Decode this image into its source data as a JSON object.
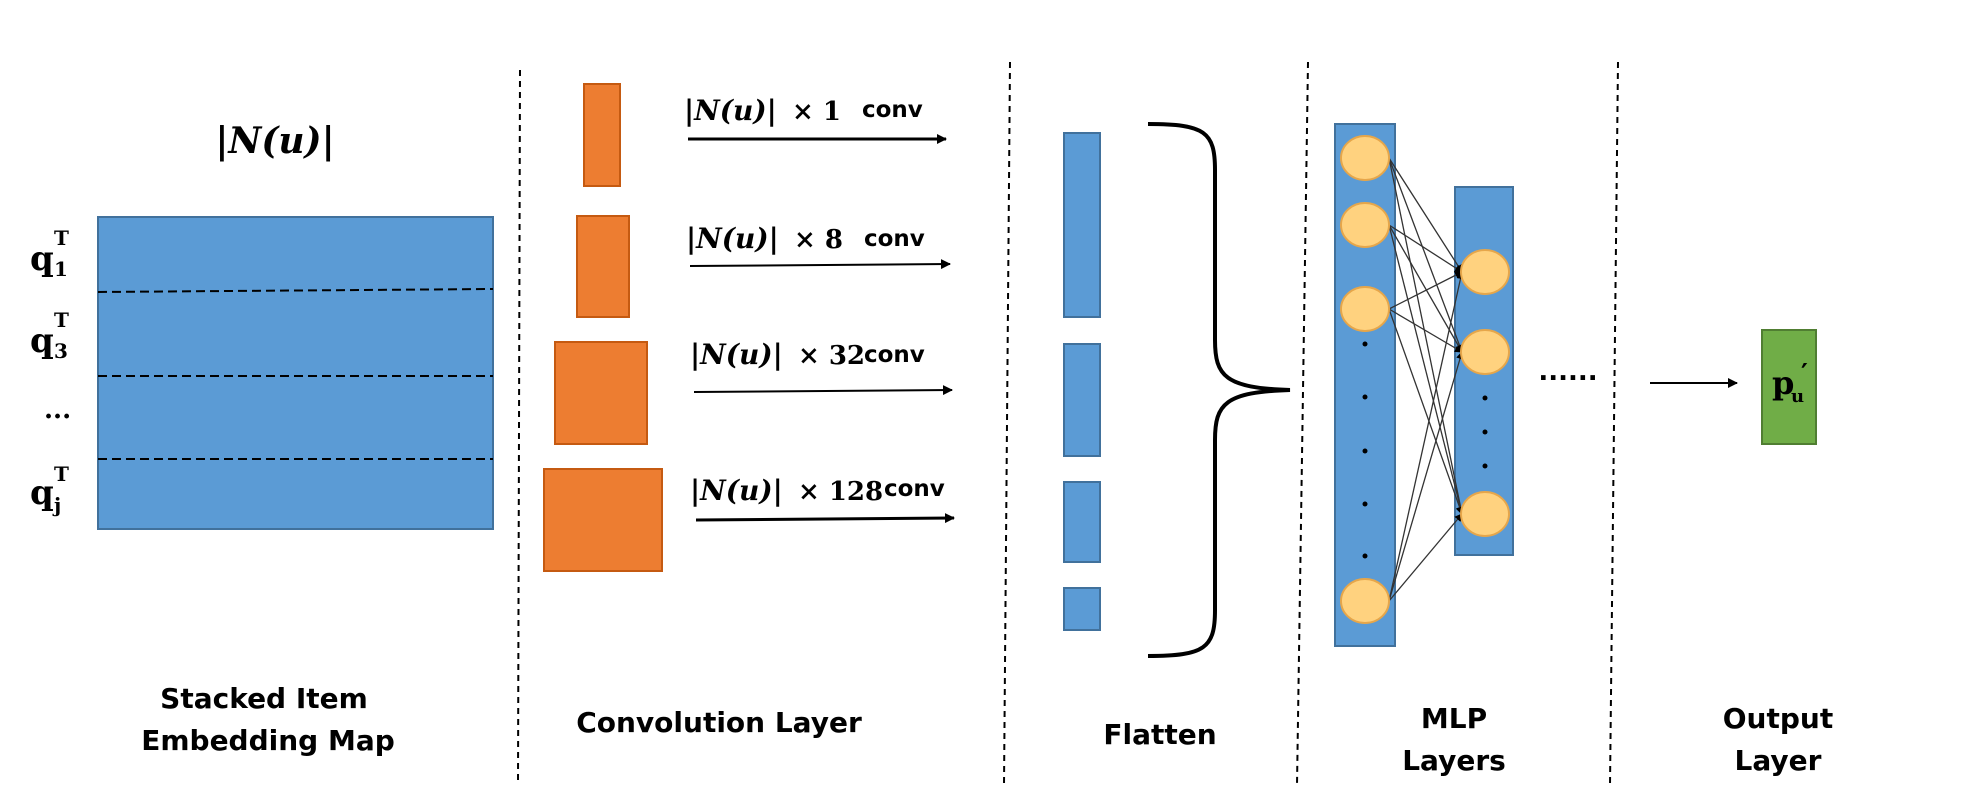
{
  "embedding_map": {
    "top_label": "|N(u)|",
    "rows": [
      {
        "base": "q",
        "sub": "1",
        "sup": "T"
      },
      {
        "base": "q",
        "sub": "3",
        "sup": "T"
      },
      {
        "base": "...",
        "sub": "",
        "sup": ""
      },
      {
        "base": "q",
        "sub": "j",
        "sup": "T"
      }
    ],
    "caption": [
      "Stacked Item",
      "Embedding Map"
    ]
  },
  "convolution": {
    "caption": "Convolution Layer",
    "filters": [
      {
        "math": "|N(u)|",
        "size": "× 1",
        "suffix": "conv"
      },
      {
        "math": "|N(u)|",
        "size": "× 8",
        "suffix": "conv"
      },
      {
        "math": "|N(u)|",
        "size": "× 32",
        "suffix": "conv"
      },
      {
        "math": "|N(u)|",
        "size": "× 128",
        "suffix": "conv"
      }
    ]
  },
  "flatten": {
    "caption": "Flatten"
  },
  "mlp": {
    "caption": [
      "MLP",
      "Layers"
    ],
    "ellipsis": "......"
  },
  "output": {
    "caption": [
      "Output",
      "Layer"
    ],
    "label": "p",
    "sub": "u",
    "prime": "′"
  },
  "colors": {
    "blue": "#5b9bd5",
    "blue_stroke": "#41719c",
    "orange": "#ed7d31",
    "orange_stroke": "#c55a11",
    "green": "#70ad47",
    "green_stroke": "#507e32",
    "node": "#ffd27f",
    "node_stroke": "#e6a64a"
  }
}
